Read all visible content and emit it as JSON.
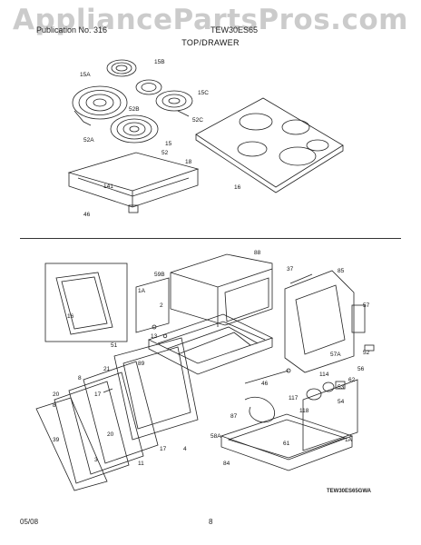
{
  "header": {
    "watermark": "AppliancePartsPros.com",
    "left_text": "Publication No. 316",
    "model_text": "TEW30ES65",
    "section_title": "TOP/DRAWER"
  },
  "diagram_code": "TEW30ES65GWA",
  "footer": {
    "date": "05/08",
    "page": "8"
  },
  "labels": {
    "top": [
      "15B",
      "15A",
      "52B",
      "15C",
      "52C",
      "52A",
      "15",
      "52",
      "18",
      "141",
      "46",
      "16"
    ],
    "bottom": [
      "88",
      "37",
      "85",
      "16",
      "59B",
      "1A",
      "57",
      "2",
      "13",
      "51",
      "57A",
      "56",
      "52",
      "62",
      "89",
      "21",
      "8",
      "20",
      "8",
      "17",
      "20",
      "39",
      "3",
      "11",
      "17",
      "4",
      "114",
      "53",
      "54",
      "117",
      "118",
      "46",
      "87",
      "58A",
      "61",
      "1A",
      "84"
    ]
  }
}
